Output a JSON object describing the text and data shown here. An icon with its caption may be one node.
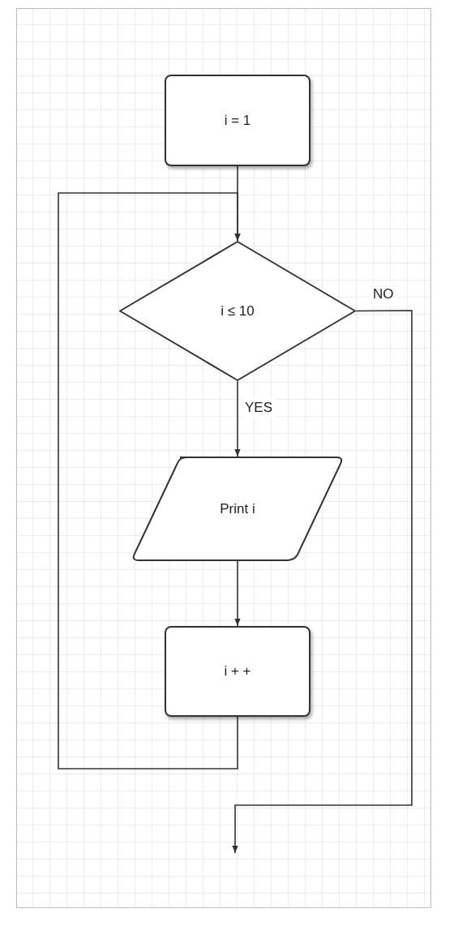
{
  "diagram": {
    "nodes": [
      {
        "text": [
          "i = 1"
        ]
      },
      {
        "text": [
          "i ≤ 10"
        ]
      },
      {
        "text": [
          "Print i"
        ]
      },
      {
        "text": [
          "i + +"
        ]
      }
    ],
    "edges": [
      {
        "from": 0,
        "to": 1,
        "arrow": "to"
      },
      {
        "from": 1,
        "to": 2,
        "arrow": "to",
        "label": "YES"
      },
      {
        "from": 2,
        "to": 3,
        "arrow": "to"
      },
      {
        "from": 3,
        "to": 1,
        "arrow": "to"
      },
      {
        "from": 1,
        "to": null,
        "arrow": "to",
        "label": "NO"
      }
    ]
  }
}
